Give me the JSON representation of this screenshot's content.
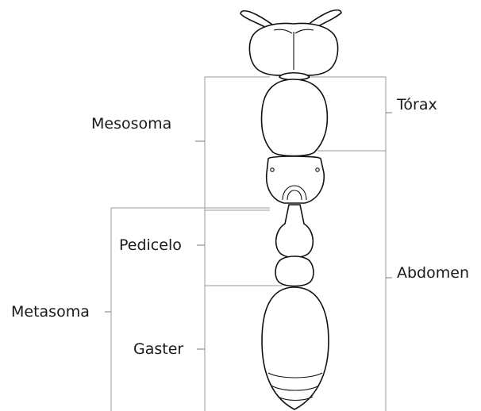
{
  "labels": {
    "mesosoma": "Mesosoma",
    "torax": "Tórax",
    "pedicelo": "Pedicelo",
    "abdomen": "Abdomen",
    "metasoma": "Metasoma",
    "gaster": "Gaster"
  },
  "parts": {
    "antennae": "antenna-pair",
    "head": "head",
    "mesosoma": "mesosoma",
    "propodeum": "propodeum",
    "petiole": "petiole",
    "postpetiole": "postpetiole",
    "gaster": "gaster"
  }
}
